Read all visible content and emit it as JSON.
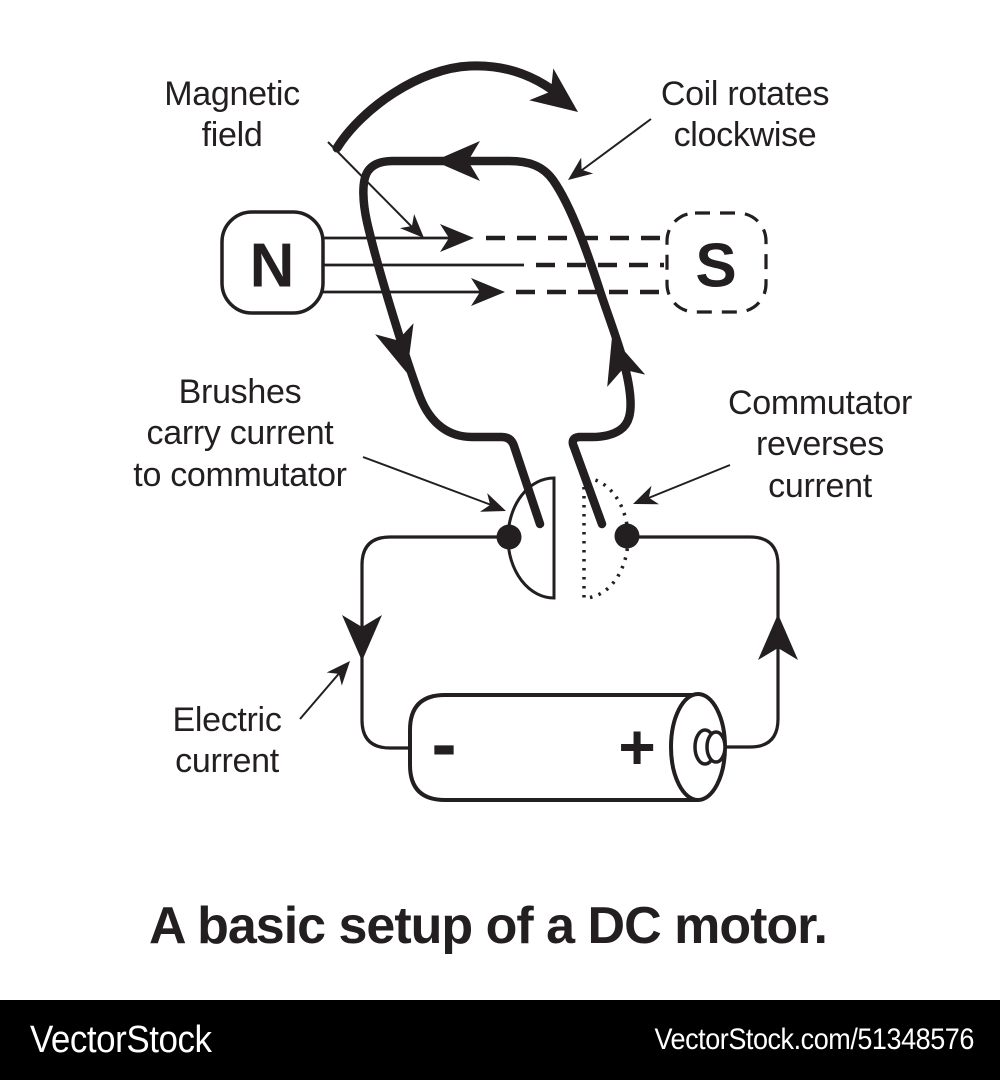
{
  "caption": "A basic setup of a DC motor.",
  "labels": {
    "magnetic_field": "Magnetic\nfield",
    "coil_rotation": "Coil rotates\nclockwise",
    "brushes": "Brushes\ncarry current\nto commutator",
    "commutator": "Commutator\nreverses\ncurrent",
    "electric_current": "Electric\ncurrent"
  },
  "magnets": {
    "north": "N",
    "south": "S"
  },
  "battery": {
    "negative_terminal": "-",
    "positive_terminal": "+"
  },
  "watermark": {
    "brand": "VectorStock",
    "credit": "VectorStock.com/51348576"
  },
  "colors": {
    "ink": "#231f20",
    "background": "#ffffff",
    "watermark-bar": "#000000",
    "watermark-text": "#ffffff"
  }
}
